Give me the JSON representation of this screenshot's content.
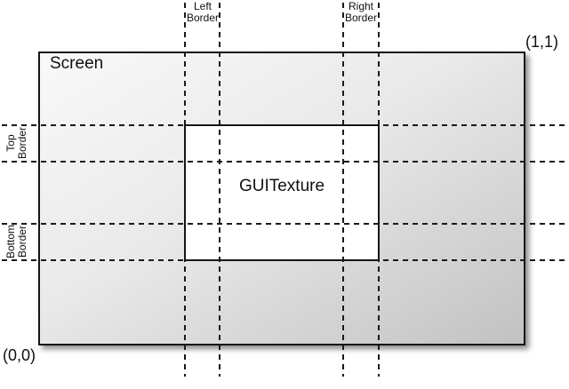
{
  "figure": {
    "screen_label": "Screen",
    "texture_label": "GUITexture",
    "origin_coord": "(0,0)",
    "top_right_coord": "(1,1)",
    "borders": {
      "left": {
        "line1": "Left",
        "line2": "Border"
      },
      "right": {
        "line1": "Right",
        "line2": "Border"
      },
      "top": {
        "line1": "Top",
        "line2": "Border"
      },
      "bottom": {
        "line1": "Bottom",
        "line2": "Border"
      }
    },
    "colors": {
      "line": "#1a1a1a",
      "screen_border": "#151515",
      "screen_gradient_start": "#f9f9f9",
      "screen_gradient_end": "#c2c2c2",
      "texture_fill": "#ffffff",
      "background": "#ffffff"
    }
  }
}
